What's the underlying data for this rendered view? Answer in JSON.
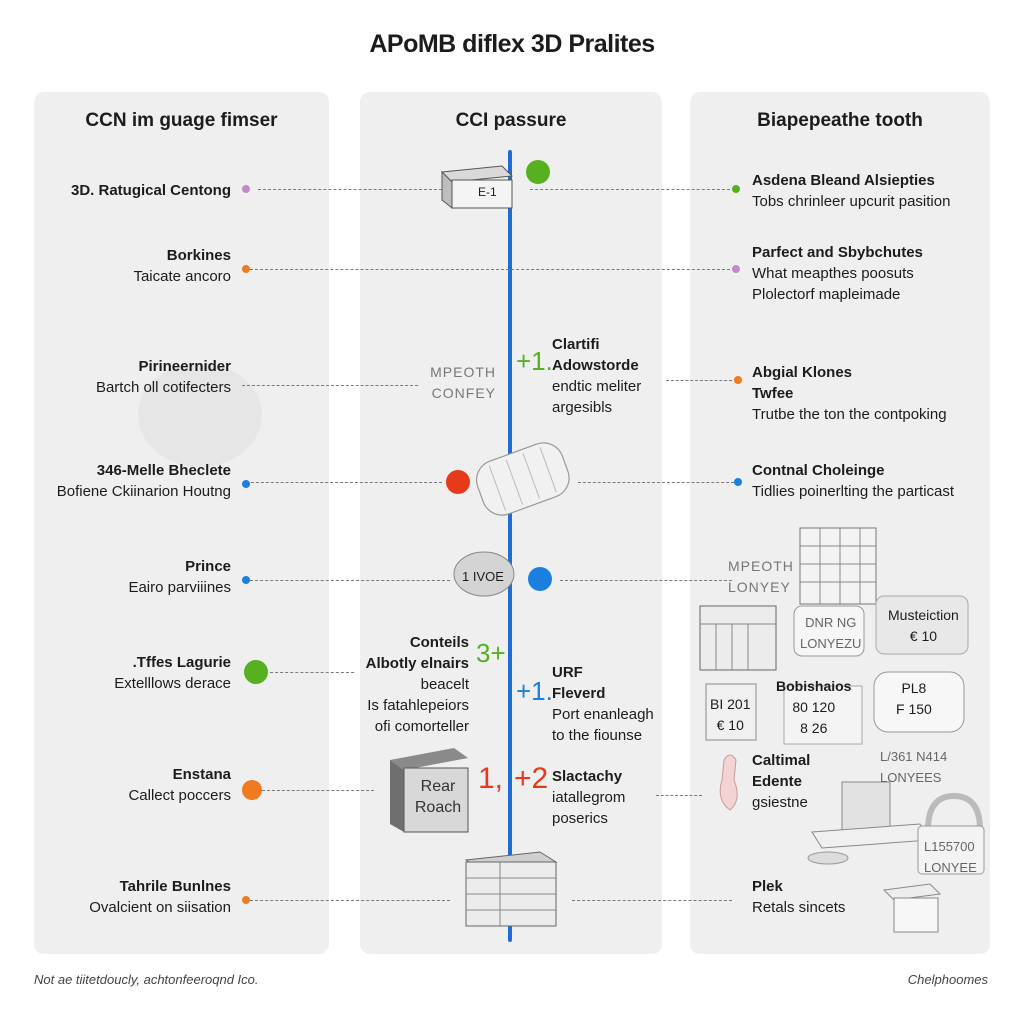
{
  "title": "APoMB diflex 3D Pralites",
  "colors": {
    "green": "#57b020",
    "red": "#e63a1a",
    "blue": "#1a7fe0",
    "orange": "#f07a20",
    "purple": "#c28ac8",
    "axis": "#1a6fd6"
  },
  "panels": {
    "left": {
      "header": "CCN im guage fimser",
      "items": [
        {
          "head": "3D. Ratugical Centong",
          "sub": ""
        },
        {
          "head": "Borkines",
          "sub": "Taicate ancoro"
        },
        {
          "head": "Pirineernider",
          "sub": "Bartch oll cotifecters"
        },
        {
          "head": "346-Melle Bheclete",
          "sub": "Bofiene Ckiinarion Houtng"
        },
        {
          "head": "Prince",
          "sub": "Eairo parviiines"
        },
        {
          "head": ".Tffes Lagurie",
          "sub": "Extelllows derace"
        },
        {
          "head": "Enstana",
          "sub": "Callect poccers"
        },
        {
          "head": "Tahrile Bunlnes",
          "sub": "Ovalcient on siisation"
        }
      ]
    },
    "center": {
      "header": "CCI passure",
      "box1": "E-1",
      "mono1": [
        "MPEOTH",
        "CONFEY"
      ],
      "capsule": "1 IVOE",
      "rear": [
        "Rear",
        "Roach"
      ],
      "n1": "+1.",
      "n2": "3+",
      "n3": "+1.",
      "n4": "1,",
      "n5": "+2",
      "block1": [
        "Clartifi",
        "Adowstorde"
      ],
      "block1_sub": [
        "endtic meliter",
        "argesibls"
      ],
      "block2": [
        "Conteils",
        "Albotly elnairs"
      ],
      "block2_sub": [
        "beacelt",
        "Is fatahlepeiors",
        "ofi comorteller"
      ],
      "block3": [
        "URF",
        "Fleverd"
      ],
      "block3_sub": [
        "Port enanleagh",
        "to the fiounse"
      ],
      "block4": "Slactachy",
      "block4_sub": [
        "iatallegrom",
        "poserics"
      ]
    },
    "right": {
      "header": "Biapepeathe tooth",
      "items": [
        {
          "head": "Asdena Bleand Alsiepties",
          "sub": "Tobs chrinleer upcurit pasition"
        },
        {
          "head": "Parfect and Sbybchutes",
          "sub": "What meapthes poosuts"
        },
        {
          "head": "",
          "sub": "Plolectorf mapleimade"
        },
        {
          "head": "Abgial Klones",
          "sub": ""
        },
        {
          "head": "Twfee",
          "sub": "Trutbe the ton the contpoking"
        },
        {
          "head": "Contnal Choleinge",
          "sub": "Tidlies poinerlting the particast"
        }
      ],
      "mono2": [
        "MPEOTH",
        "LONYEY"
      ],
      "card1": [
        "DNR NG",
        "LONYEZU"
      ],
      "card2": [
        "Musteiction",
        "€ 10"
      ],
      "card3": [
        "BI 201",
        "€ 10"
      ],
      "card4": [
        "Bobishaios",
        "80 120",
        "8 26"
      ],
      "card5": [
        "PL8",
        "F 150"
      ],
      "card6": [
        "L/361 N414",
        "LONYEES"
      ],
      "card7": [
        "L155700",
        "LONYEE"
      ],
      "cal": [
        "Caltimal",
        "Edente",
        "gsiestne"
      ],
      "plek": [
        "Plek",
        "Retals sincets"
      ]
    }
  },
  "footer": {
    "left": "Not ae tiitetdoucly, achtonfeeroqnd Ico.",
    "right": "Chelphoomes"
  }
}
